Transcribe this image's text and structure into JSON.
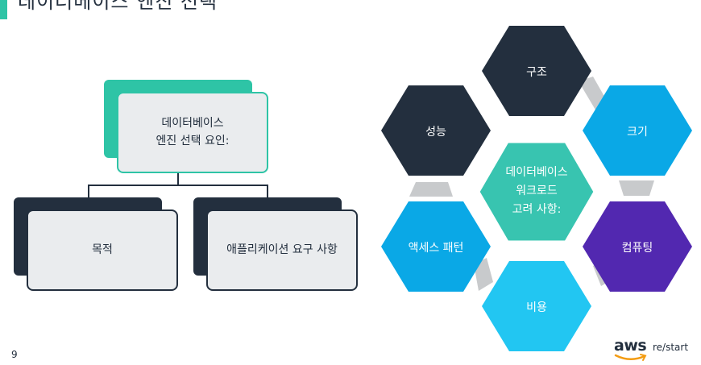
{
  "slide": {
    "title": "데이터베이스 엔진 선택",
    "page_number": "9"
  },
  "left_diagram": {
    "root": {
      "line1": "데이터베이스",
      "line2": "엔진 선택 요인:"
    },
    "children": [
      "목적",
      "애플리케이션 요구 사항"
    ]
  },
  "hex_diagram": {
    "center": {
      "lines": [
        "데이터베이스",
        "워크로드",
        "고려 사항:"
      ],
      "color": "#38c4b0"
    },
    "outer": [
      {
        "label": "구조",
        "color": "#232f3e"
      },
      {
        "label": "크기",
        "color": "#0aa8e6"
      },
      {
        "label": "컴퓨팅",
        "color": "#5228b0"
      },
      {
        "label": "비용",
        "color": "#22c6f2"
      },
      {
        "label": "액세스 패턴",
        "color": "#0aa8e6"
      },
      {
        "label": "성능",
        "color": "#232f3e"
      }
    ],
    "link_color": "#c8cacc"
  },
  "colors": {
    "teal": "#2ec4a6",
    "navy": "#232f3e",
    "light_gray": "#eaecee",
    "smile": "#f39c12"
  },
  "logo": {
    "brand": "aws",
    "product": "re/start"
  }
}
